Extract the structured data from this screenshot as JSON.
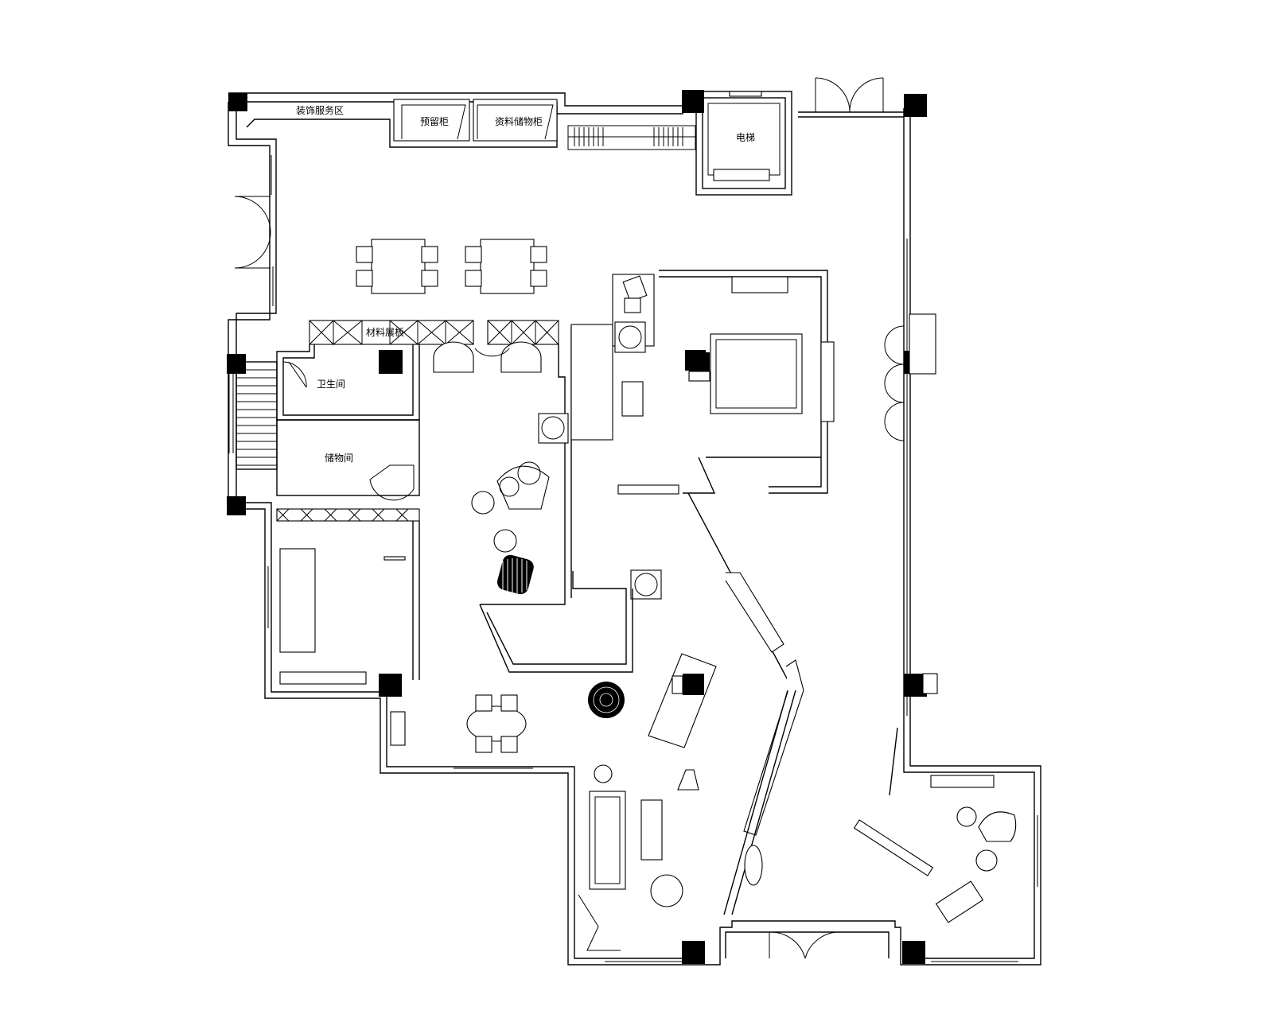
{
  "labels": {
    "reception": "装饰服务区",
    "sample_cab": "预留柜",
    "wood_cab": "资料储物柜",
    "elevator": "电梯",
    "material": "材料展板",
    "powder": "卫生间",
    "storage": "储物间"
  }
}
